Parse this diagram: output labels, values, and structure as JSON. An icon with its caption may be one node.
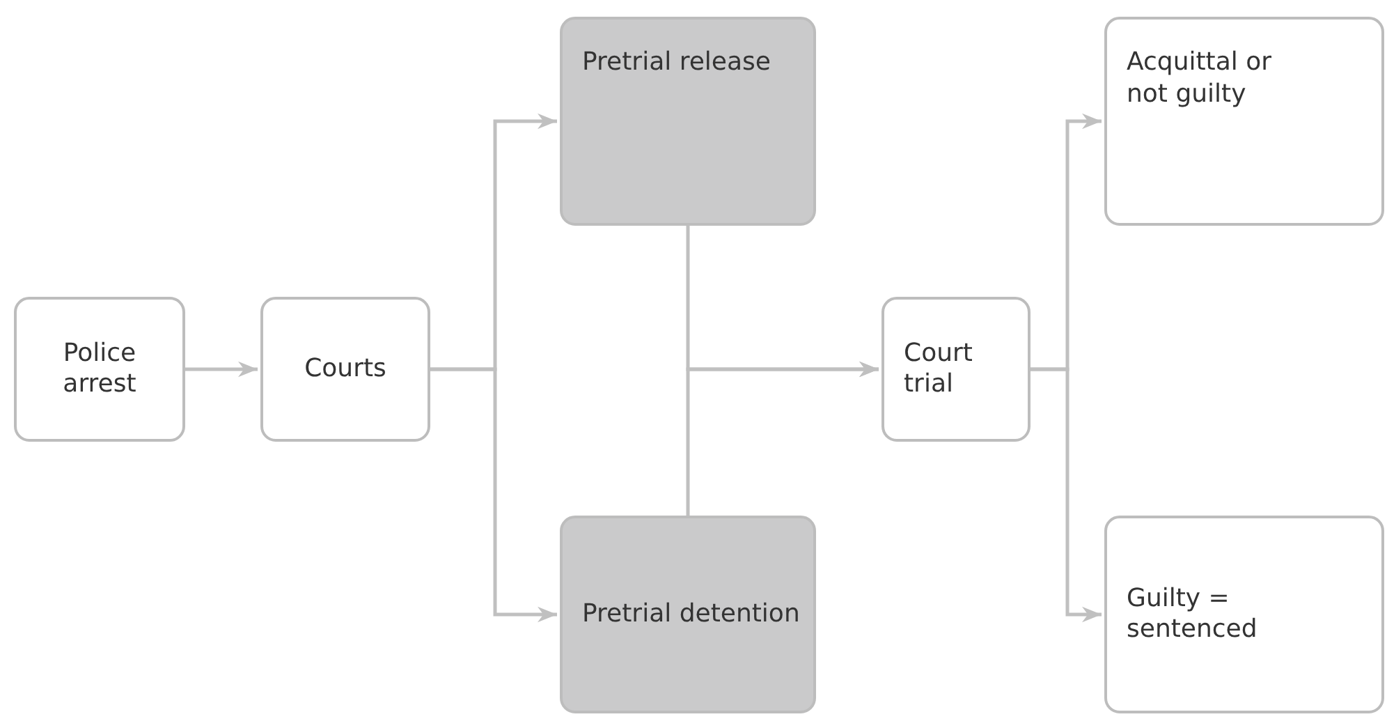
{
  "diagram": {
    "nodes": [
      {
        "text": [
          "Police arrest"
        ]
      },
      {
        "text": [
          "Courts"
        ]
      },
      {
        "text": [
          "Pretrial release"
        ]
      },
      {
        "text": [
          "Pretrial detention"
        ]
      },
      {
        "text": [
          "Court trial"
        ]
      },
      {
        "text": [
          "Acquittal or not guilty"
        ]
      },
      {
        "text": [
          "Guilty = sentenced"
        ]
      }
    ],
    "edges": [
      {
        "from": 0,
        "to": 1,
        "arrow": "to"
      },
      {
        "from": 1,
        "to": 2,
        "arrow": "to"
      },
      {
        "from": 1,
        "to": 3,
        "arrow": "to"
      },
      {
        "from": 2,
        "to": 4,
        "arrow": "to"
      },
      {
        "from": 3,
        "to": 4,
        "arrow": "to"
      },
      {
        "from": 4,
        "to": 5,
        "arrow": "to"
      },
      {
        "from": 4,
        "to": 6,
        "arrow": "to"
      }
    ]
  }
}
